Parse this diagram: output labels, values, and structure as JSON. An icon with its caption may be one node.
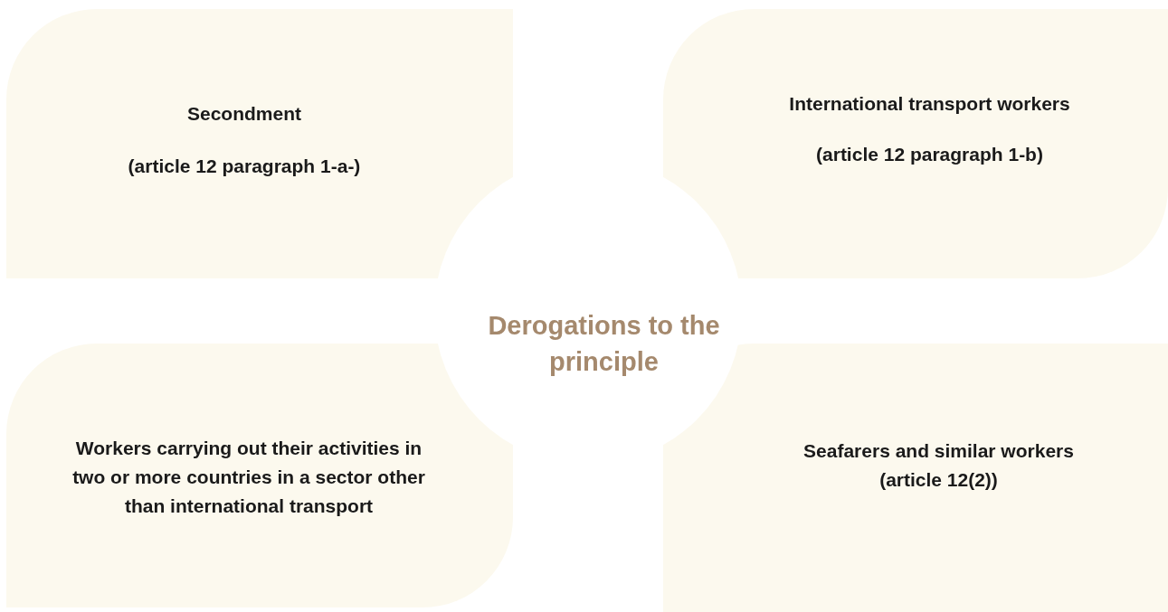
{
  "diagram": {
    "nodes": [
      {
        "text": [
          "Secondment",
          "(article 12 paragraph 1-a-)"
        ]
      },
      {
        "text": [
          "International transport workers",
          "(article 12 paragraph 1-b)"
        ]
      },
      {
        "text": [
          "Derogations to the principle"
        ]
      },
      {
        "text": [
          "Workers carrying out their activities in two or more countries in a sector other than international transport"
        ]
      },
      {
        "text": [
          "Seafarers and similar workers (article 12(2))"
        ]
      }
    ]
  }
}
